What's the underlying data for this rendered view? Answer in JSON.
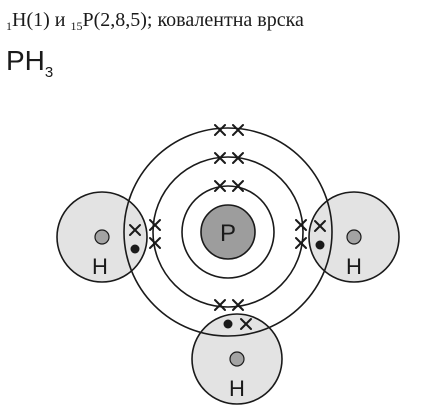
{
  "caption": {
    "h_subscript": "1",
    "h_text": "H(1) и ",
    "p_subscript": "15",
    "p_text": "P(2,8,5); ковалентна врска"
  },
  "formula": {
    "main": "PH",
    "subscript": "3"
  },
  "atoms": {
    "central": "P",
    "left": "H",
    "right": "H",
    "bottom": "H"
  },
  "colors": {
    "nucleus_p": "#9d9d9d",
    "hydrogen_shell": "#e3e3e3",
    "hydrogen_nucleus": "#a3a3a3",
    "line": "#1a1a1a"
  }
}
